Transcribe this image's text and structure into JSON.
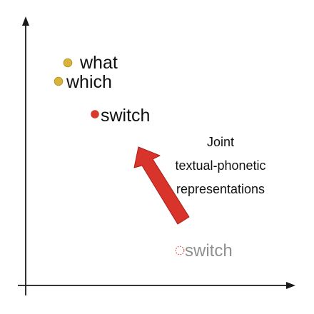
{
  "colors": {
    "axis": "#1a1a1a",
    "dot_yellow": "#d9b43c",
    "dot_yellow_stroke": "#b18e1f",
    "dot_red": "#d63a2a",
    "arrow": "#d9342b",
    "arrow_stroke": "#a91f19",
    "faded_text": "#8f8f8f",
    "faded_dot": "#d95e55"
  },
  "points": [
    {
      "id": "what",
      "label": "what",
      "style": "yellow"
    },
    {
      "id": "which",
      "label": "which",
      "style": "yellow"
    },
    {
      "id": "switch-joint",
      "label": "switch",
      "style": "red"
    },
    {
      "id": "switch-original",
      "label": "switch",
      "style": "faded"
    }
  ],
  "annotation": {
    "lines": [
      "Joint",
      "textual-phonetic",
      "representations"
    ]
  },
  "icons": {
    "point_marker": "circle",
    "shift_arrow": "red-arrow"
  }
}
